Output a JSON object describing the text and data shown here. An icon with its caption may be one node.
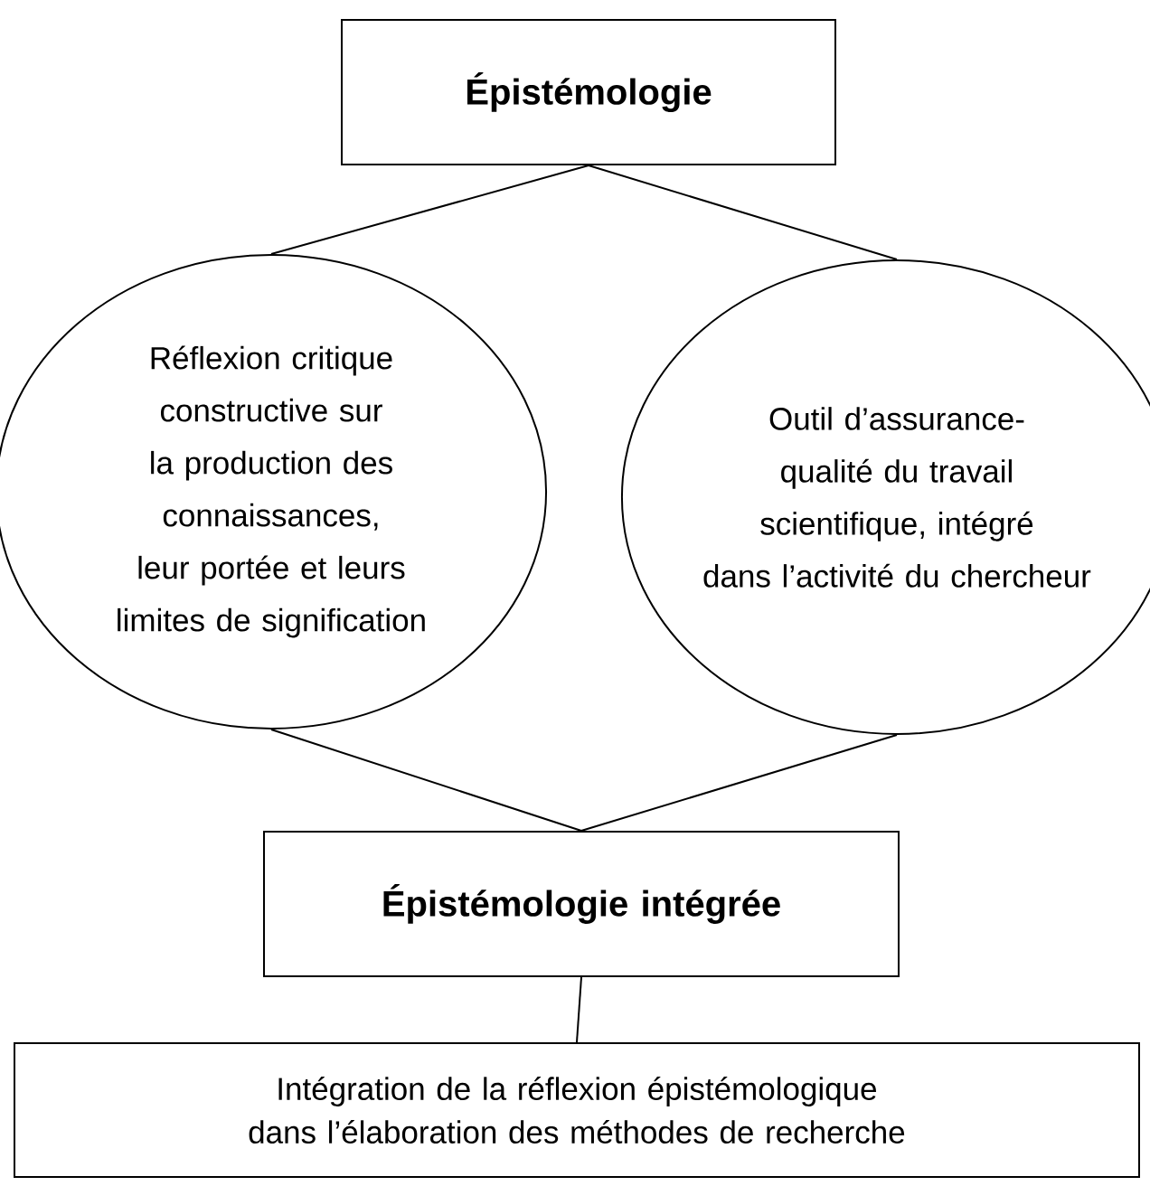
{
  "diagram": {
    "nodes": [
      {
        "text": [
          "Épistémologie"
        ]
      },
      {
        "text": [
          "Réflexion critique constructive sur la production des connaissances, leur portée et leurs limites de signification"
        ]
      },
      {
        "text": [
          "Outil d’assurance-qualité du travail scientifique, intégré dans l’activité du chercheur"
        ]
      },
      {
        "text": [
          "Épistémologie intégrée"
        ]
      },
      {
        "text": [
          "Intégration de la réflexion épistémologique dans l’élaboration des méthodes de recherche"
        ]
      }
    ],
    "edges": [
      {
        "from": 0,
        "to": 1,
        "arrow": "none"
      },
      {
        "from": 0,
        "to": 2,
        "arrow": "none"
      },
      {
        "from": 1,
        "to": 3,
        "arrow": "none"
      },
      {
        "from": 2,
        "to": 3,
        "arrow": "none"
      },
      {
        "from": 3,
        "to": 4,
        "arrow": "none"
      }
    ]
  }
}
